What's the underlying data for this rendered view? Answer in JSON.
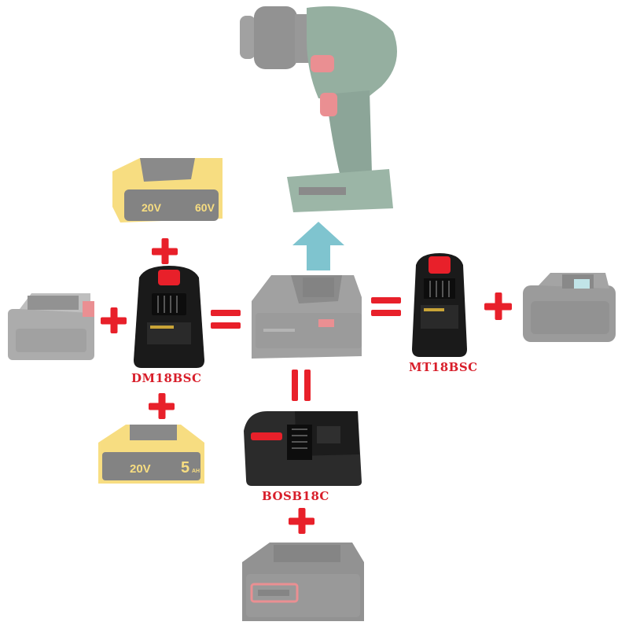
{
  "labels": {
    "dewalt_adapter": "DM18BSC",
    "makita_adapter": "MT18BSC",
    "bosch_adapter": "BOSB18C"
  },
  "battery_text": {
    "flex_volt": "20V",
    "flex_volt_max": "60V",
    "dewalt_volt": "20V",
    "dewalt_ah": "5",
    "dewalt_ah_unit": "AH"
  },
  "colors": {
    "accent_red": "#e8202a",
    "label_red": "#d81e2a",
    "arrow_teal": "#7fc4cf",
    "tool_green": "#3f6e54",
    "dewalt_yellow": "#f2c21b"
  },
  "icons": [
    "plus-icon",
    "equals-icon",
    "up-arrow-icon"
  ]
}
